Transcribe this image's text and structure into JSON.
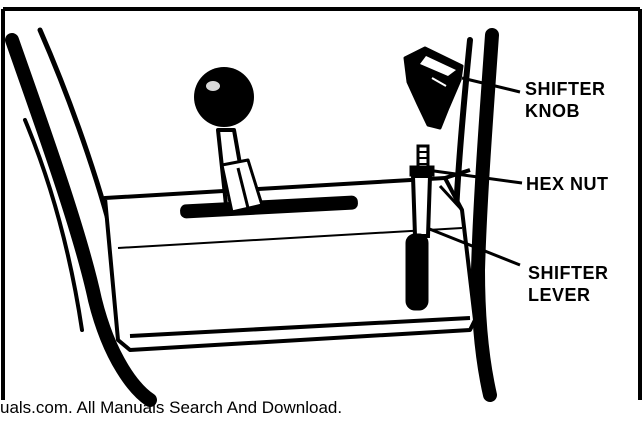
{
  "labels": {
    "shifter_knob_line1": "SHIFTER",
    "shifter_knob_line2": "KNOB",
    "hex_nut": "HEX NUT",
    "shifter_lever_line1": "SHIFTER",
    "shifter_lever_line2": "LEVER"
  },
  "footer_text": "uals.com. All Manuals Search And Download.",
  "colors": {
    "ink": "#000000",
    "paper": "#ffffff"
  }
}
